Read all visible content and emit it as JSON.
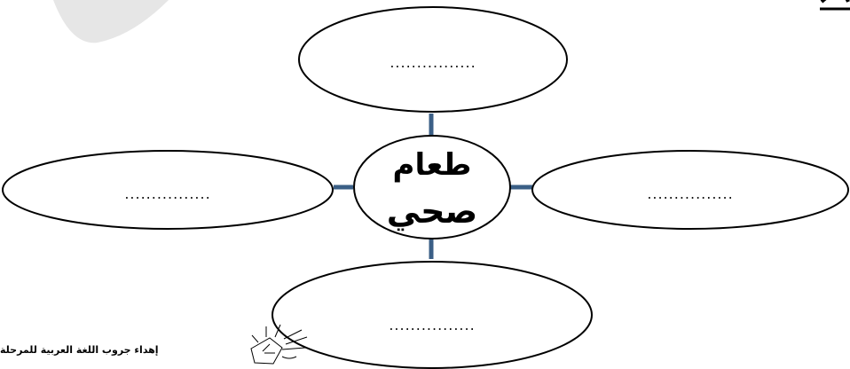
{
  "diagram": {
    "center": {
      "line1": "طعام",
      "line2": "صحي"
    },
    "branches": {
      "top": "................",
      "right": "................",
      "bottom": "................",
      "left": "................"
    }
  },
  "footer": {
    "credit": "إهداء جروب اللغة العربية للمرحلة"
  },
  "colors": {
    "connector": "#3b5f86",
    "outline": "#000000",
    "blob": "#e6e6e6"
  }
}
